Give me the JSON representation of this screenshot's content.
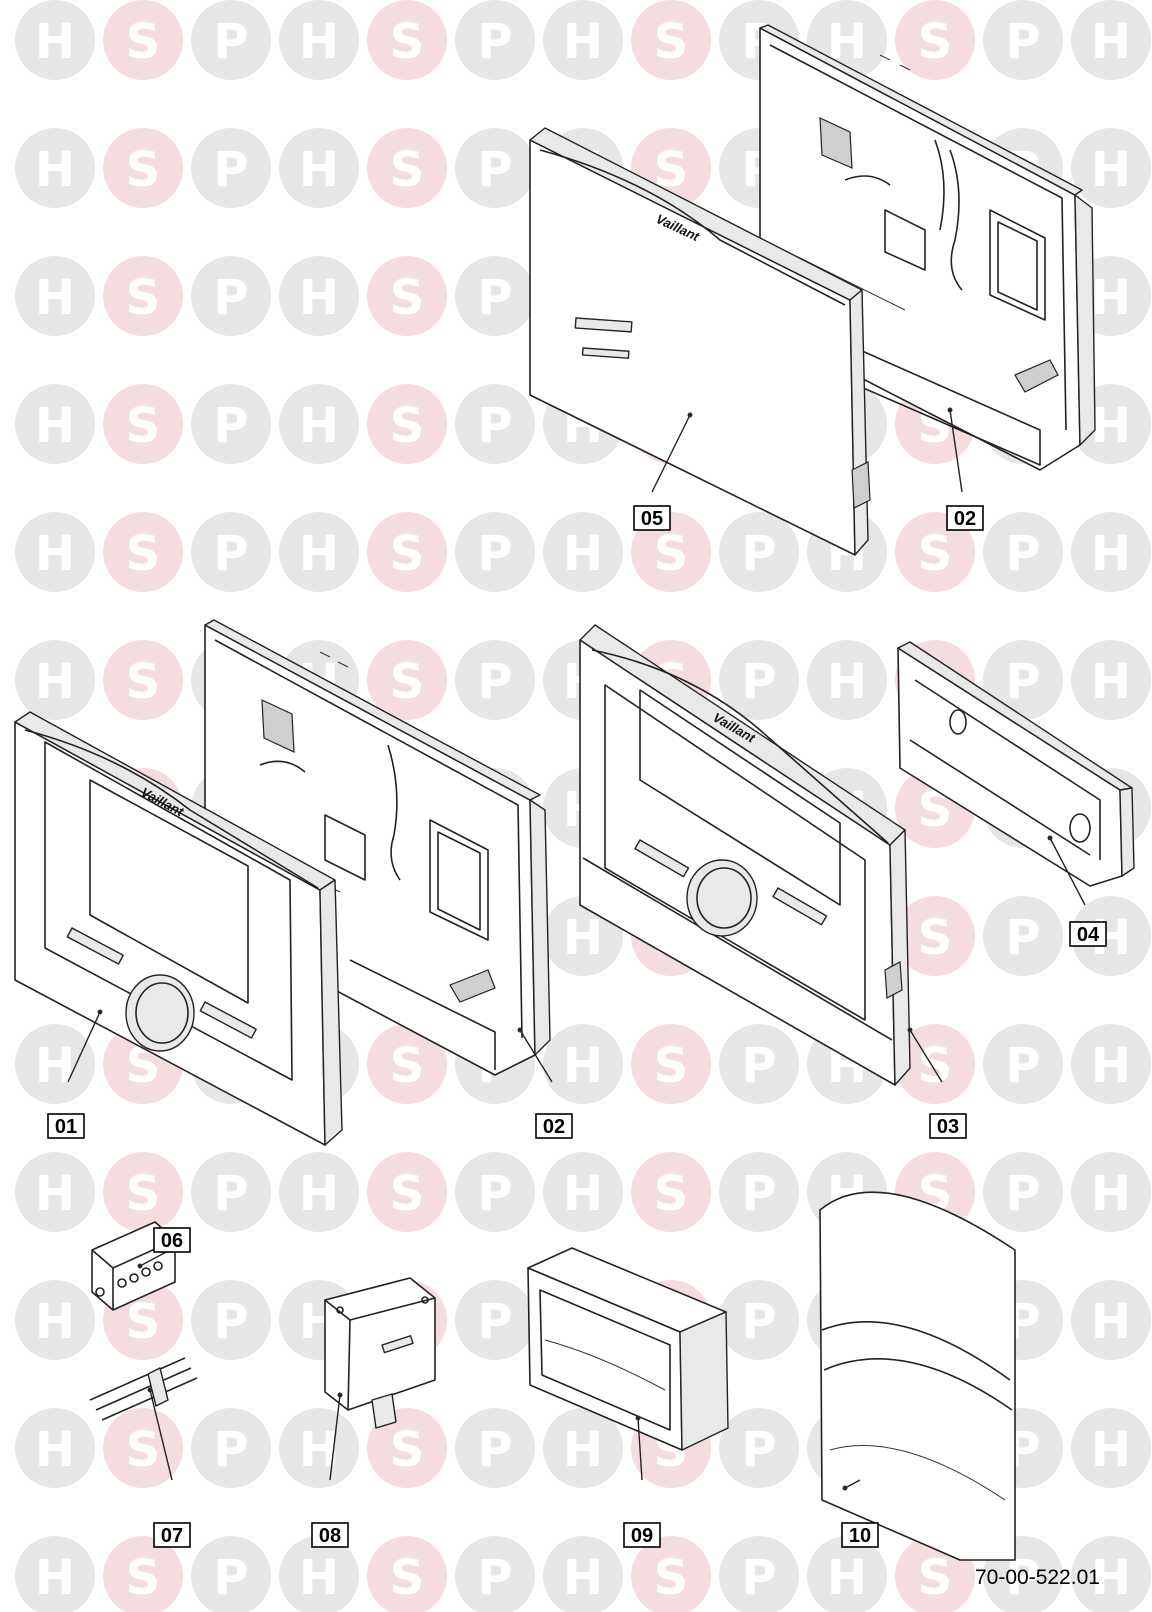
{
  "watermark": {
    "letters": [
      "H",
      "S",
      "P"
    ],
    "colors": {
      "H": "#d9d9d9",
      "S": "#f2c9cc",
      "P": "#d9d9d9",
      "circle_gray": "#e6e6e6",
      "circle_red": "#f5dcdf"
    }
  },
  "diagram": {
    "reference_code": "70-00-522.01",
    "brand_logo_text": "Vaillant",
    "parts": [
      {
        "id": "05",
        "label": "05"
      },
      {
        "id": "02a",
        "label": "02"
      },
      {
        "id": "01",
        "label": "01"
      },
      {
        "id": "02b",
        "label": "02"
      },
      {
        "id": "03",
        "label": "03"
      },
      {
        "id": "04",
        "label": "04"
      },
      {
        "id": "06",
        "label": "06"
      },
      {
        "id": "07",
        "label": "07"
      },
      {
        "id": "08",
        "label": "08"
      },
      {
        "id": "09",
        "label": "09"
      },
      {
        "id": "10",
        "label": "10"
      }
    ]
  }
}
